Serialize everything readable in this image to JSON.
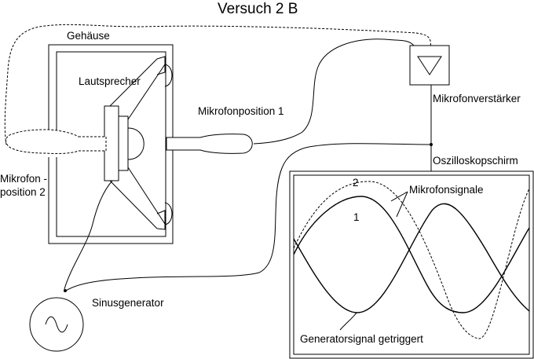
{
  "title": "Versuch 2 B",
  "labels": {
    "gehaeuse": "Gehäuse",
    "lautsprecher": "Lautsprecher",
    "mikrofonposition1": "Mikrofonposition 1",
    "mikrofon_line1": "Mikrofon -",
    "mikrofon_line2": "position 2",
    "sinusgenerator": "Sinusgenerator",
    "mikrofonverstaerker": "Mikrofonverstärker",
    "oszilloskopschirm": "Oszilloskopschirm",
    "mikrofonsignale": "Mikrofonsignale",
    "generatorsignal": "Generatorsignal getriggert",
    "curve_1": "1",
    "curve_2": "2"
  },
  "colors": {
    "stroke": "#000000",
    "background": "#ffffff"
  }
}
